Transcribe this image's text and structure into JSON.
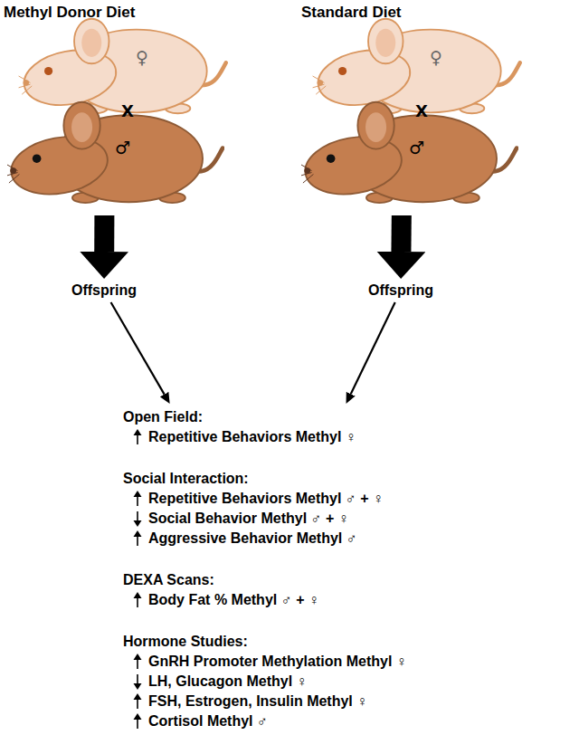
{
  "diagram": {
    "nodes": [
      {
        "text": [
          "Methyl Donor Diet"
        ]
      },
      {
        "text": [
          "Standard Diet"
        ]
      },
      {
        "text": [
          "Offspring"
        ]
      },
      {
        "text": [
          "Offspring"
        ]
      },
      {
        "text": [
          "Open Field:",
          "Repetitive Behaviors Methyl ♀",
          "Social Interaction:",
          "Repetitive Behaviors Methyl ♂ + ♀",
          "Social Behavior Methyl ♂ + ♀",
          "Aggressive Behavior Methyl ♂",
          "DEXA Scans:",
          "Body Fat % Methyl ♂ + ♀",
          "Hormone Studies:",
          "GnRH Promoter Methylation Methyl ♀",
          "LH, Glucagon Methyl ♀",
          "FSH, Estrogen, Insulin Methyl ♀",
          "Cortisol Methyl ♂"
        ]
      }
    ],
    "edges": [
      {
        "from": 0,
        "to": 2,
        "arrow": "to"
      },
      {
        "from": 1,
        "to": 3,
        "arrow": "to"
      },
      {
        "from": 2,
        "to": 4,
        "arrow": "to"
      },
      {
        "from": 3,
        "to": 4,
        "arrow": "to"
      }
    ],
    "labels": [
      "♀",
      "X",
      "♂",
      "♀",
      "X",
      "♂"
    ]
  }
}
